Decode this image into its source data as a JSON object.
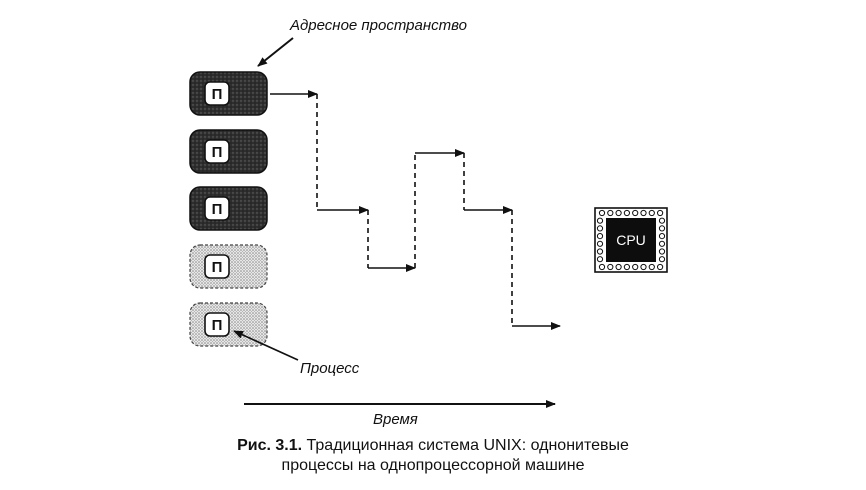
{
  "labels": {
    "address_space": "Адресное пространство",
    "process": "Процесс",
    "time": "Время"
  },
  "process_letter": "П",
  "processes": [
    {
      "shade": "dark"
    },
    {
      "shade": "dark"
    },
    {
      "shade": "dark"
    },
    {
      "shade": "light"
    },
    {
      "shade": "light"
    }
  ],
  "cpu": {
    "label": "CPU"
  },
  "caption": {
    "figure_number": "Рис. 3.1.",
    "line1": "Традиционная система UNIX: однонитевые",
    "line2": "процессы на однопроцессорной машине"
  },
  "colors": {
    "dark_shade": "#2b2b2b",
    "light_shade": "#bdbdbd",
    "ink": "#111111"
  }
}
